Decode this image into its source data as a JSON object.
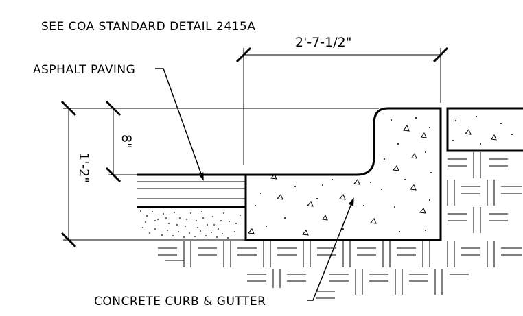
{
  "title_note": "SEE COA STANDARD DETAIL 2415A",
  "labels": {
    "asphalt": "ASPHALT PAVING",
    "concrete": "CONCRETE CURB & GUTTER"
  },
  "dimensions": {
    "width": "2'-7-1/2\"",
    "overall_height": "1'-2\"",
    "curb_height": "8\""
  }
}
